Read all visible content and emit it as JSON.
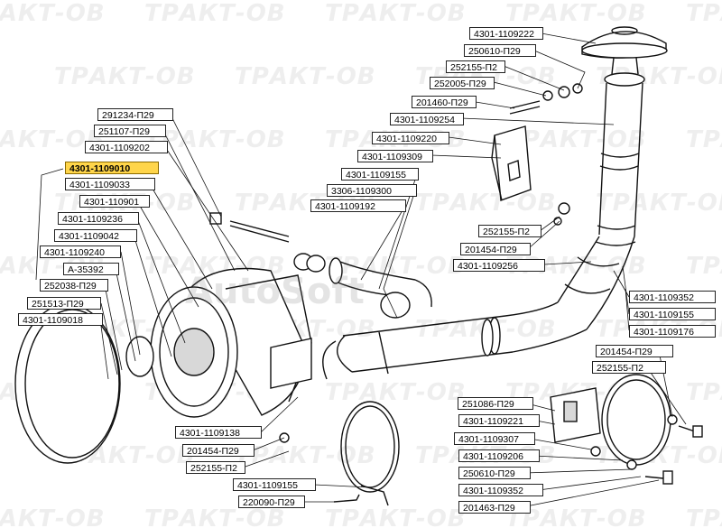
{
  "watermark": {
    "repeat_text": "ТРАКТ-ОВ",
    "center": "AutoSoft"
  },
  "labels": [
    {
      "id": "4301-1109222",
      "text": "4301-1109222"
    },
    {
      "id": "250610-P29",
      "text": "250610-П29"
    },
    {
      "id": "252155-P2-a",
      "text": "252155-П2"
    },
    {
      "id": "252005-P29",
      "text": "252005-П29"
    },
    {
      "id": "201460-P29",
      "text": "201460-П29"
    },
    {
      "id": "4301-1109254",
      "text": "4301-1109254"
    },
    {
      "id": "4301-1109220",
      "text": "4301-1109220"
    },
    {
      "id": "4301-1109309",
      "text": "4301-1109309"
    },
    {
      "id": "4301-1109155-a",
      "text": "4301-1109155"
    },
    {
      "id": "3306-1109300",
      "text": "3306-1109300"
    },
    {
      "id": "4301-1109192",
      "text": "4301-1109192"
    },
    {
      "id": "252155-P2-b",
      "text": "252155-П2"
    },
    {
      "id": "201454-P29-a",
      "text": "201454-П29"
    },
    {
      "id": "4301-1109256",
      "text": "4301-1109256"
    },
    {
      "id": "4301-1109352-a",
      "text": "4301-1109352"
    },
    {
      "id": "4301-1109155-b",
      "text": "4301-1109155"
    },
    {
      "id": "4301-1109176",
      "text": "4301-1109176"
    },
    {
      "id": "201454-P29-b",
      "text": "201454-П29"
    },
    {
      "id": "252155-P2-c",
      "text": "252155-П2"
    },
    {
      "id": "251086-P29",
      "text": "251086-П29"
    },
    {
      "id": "4301-1109221",
      "text": "4301-1109221"
    },
    {
      "id": "4301-1109307",
      "text": "4301-1109307"
    },
    {
      "id": "4301-1109206",
      "text": "4301-1109206"
    },
    {
      "id": "250610-P29-b",
      "text": "250610-П29"
    },
    {
      "id": "4301-1109352-b",
      "text": "4301-1109352"
    },
    {
      "id": "201463-P29",
      "text": "201463-П29"
    },
    {
      "id": "291234-P29",
      "text": "291234-П29"
    },
    {
      "id": "251107-P29",
      "text": "251107-П29"
    },
    {
      "id": "4301-1109202",
      "text": "4301-1109202"
    },
    {
      "id": "4301-1109010",
      "text": "4301-1109010",
      "highlight": true
    },
    {
      "id": "4301-1109033",
      "text": "4301-1109033"
    },
    {
      "id": "4301-110901",
      "text": "4301-110901"
    },
    {
      "id": "4301-1109236",
      "text": "4301-1109236"
    },
    {
      "id": "4301-1109042",
      "text": "4301-1109042"
    },
    {
      "id": "4301-1109240",
      "text": "4301-1109240"
    },
    {
      "id": "A-35392",
      "text": "А-35392"
    },
    {
      "id": "252038-P29",
      "text": "252038-П29"
    },
    {
      "id": "251513-P29",
      "text": "251513-П29"
    },
    {
      "id": "4301-1109018",
      "text": "4301-1109018"
    },
    {
      "id": "4301-1109138",
      "text": "4301-1109138"
    },
    {
      "id": "201454-P29-c",
      "text": "201454-П29"
    },
    {
      "id": "252155-P2-d",
      "text": "252155-П2"
    },
    {
      "id": "4301-1109155-c",
      "text": "4301-1109155"
    },
    {
      "id": "220090-P29",
      "text": "220090-П29"
    }
  ]
}
